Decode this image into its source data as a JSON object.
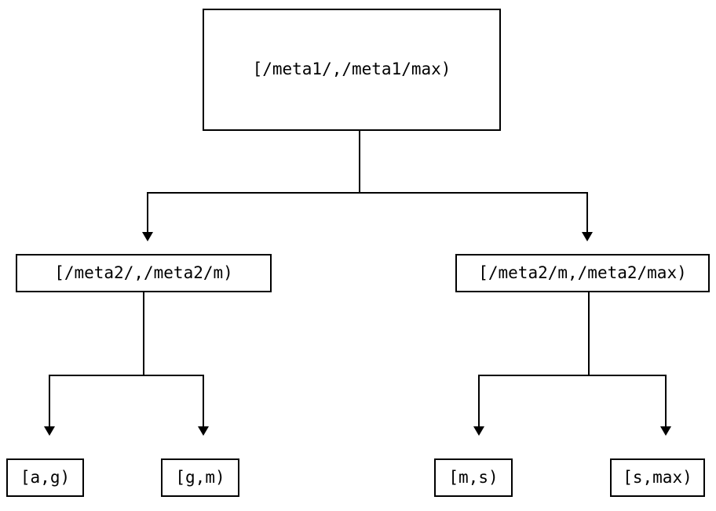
{
  "diagram": {
    "type": "range-partition-tree",
    "title": "",
    "background_color": "#ffffff",
    "stroke_color": "#000000",
    "text_color": "#000000",
    "nodes": {
      "root": {
        "label": "[/meta1/,/meta1/max)",
        "level": 0
      },
      "level2": [
        {
          "label": "[/meta2/,/meta2/m)",
          "level": 1
        },
        {
          "label": "[/meta2/m,/meta2/max)",
          "level": 1
        }
      ],
      "leaves": [
        {
          "label": "[a,g)",
          "level": 2
        },
        {
          "label": "[g,m)",
          "level": 2
        },
        {
          "label": "[m,s)",
          "level": 2
        },
        {
          "label": "[s,max)",
          "level": 2
        }
      ]
    },
    "edges": [
      {
        "from": "root",
        "to": "level2-left",
        "arrow": "down"
      },
      {
        "from": "root",
        "to": "level2-right",
        "arrow": "down"
      },
      {
        "from": "level2-left",
        "to": "leaf-a-g",
        "arrow": "down"
      },
      {
        "from": "level2-left",
        "to": "leaf-g-m",
        "arrow": "down"
      },
      {
        "from": "level2-right",
        "to": "leaf-m-s",
        "arrow": "down"
      },
      {
        "from": "level2-right",
        "to": "leaf-s-max",
        "arrow": "down"
      }
    ]
  }
}
